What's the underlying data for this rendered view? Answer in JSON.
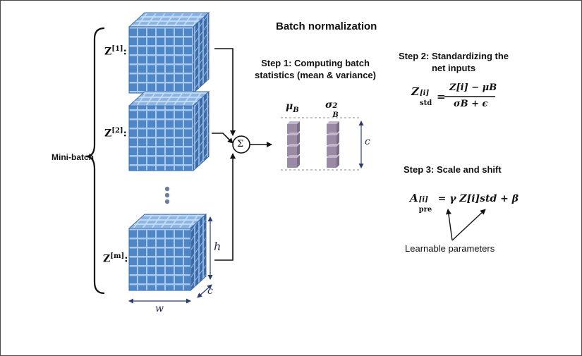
{
  "title": "Batch normalization",
  "mini_batch_label": "Mini-batch",
  "z_labels": [
    {
      "base": "Z",
      "sup": "[1]",
      "suffix": ":"
    },
    {
      "base": "Z",
      "sup": "[2]",
      "suffix": ":"
    },
    {
      "base": "Z",
      "sup": "[m]",
      "suffix": ":"
    }
  ],
  "dims": {
    "h": "h",
    "c": "c",
    "w": "w",
    "c_stats": "c"
  },
  "sum_symbol": "Σ",
  "step1": {
    "line1": "Step 1: Computing batch",
    "line2": "statistics (mean & variance)"
  },
  "stats": {
    "mu": "μ",
    "mu_sub": "B",
    "sigma": "σ",
    "sigma_sub": "B",
    "sigma_sup": "2"
  },
  "step2": {
    "line1": "Step 2: Standardizing the",
    "line2": "net inputs"
  },
  "eq2": {
    "lhs": "Z",
    "lhs_sup": "[i]",
    "lhs_sub": "std",
    "num": "Z[i] − μB",
    "den": "σB + ϵ"
  },
  "step3": {
    "label": "Step 3: Scale and shift"
  },
  "eq3": {
    "lhs": "A",
    "lhs_sup": "[i]",
    "lhs_sub": "pre",
    "rhs": "= γ Z[i]std + β"
  },
  "learnable": "Learnable parameters",
  "colors": {
    "cube_front": "#4f86c6",
    "cube_top": "#8ab4e4",
    "cube_side": "#3a6aa8",
    "stat_box": "#9b8aa6",
    "frame": "#4a4a4a"
  }
}
